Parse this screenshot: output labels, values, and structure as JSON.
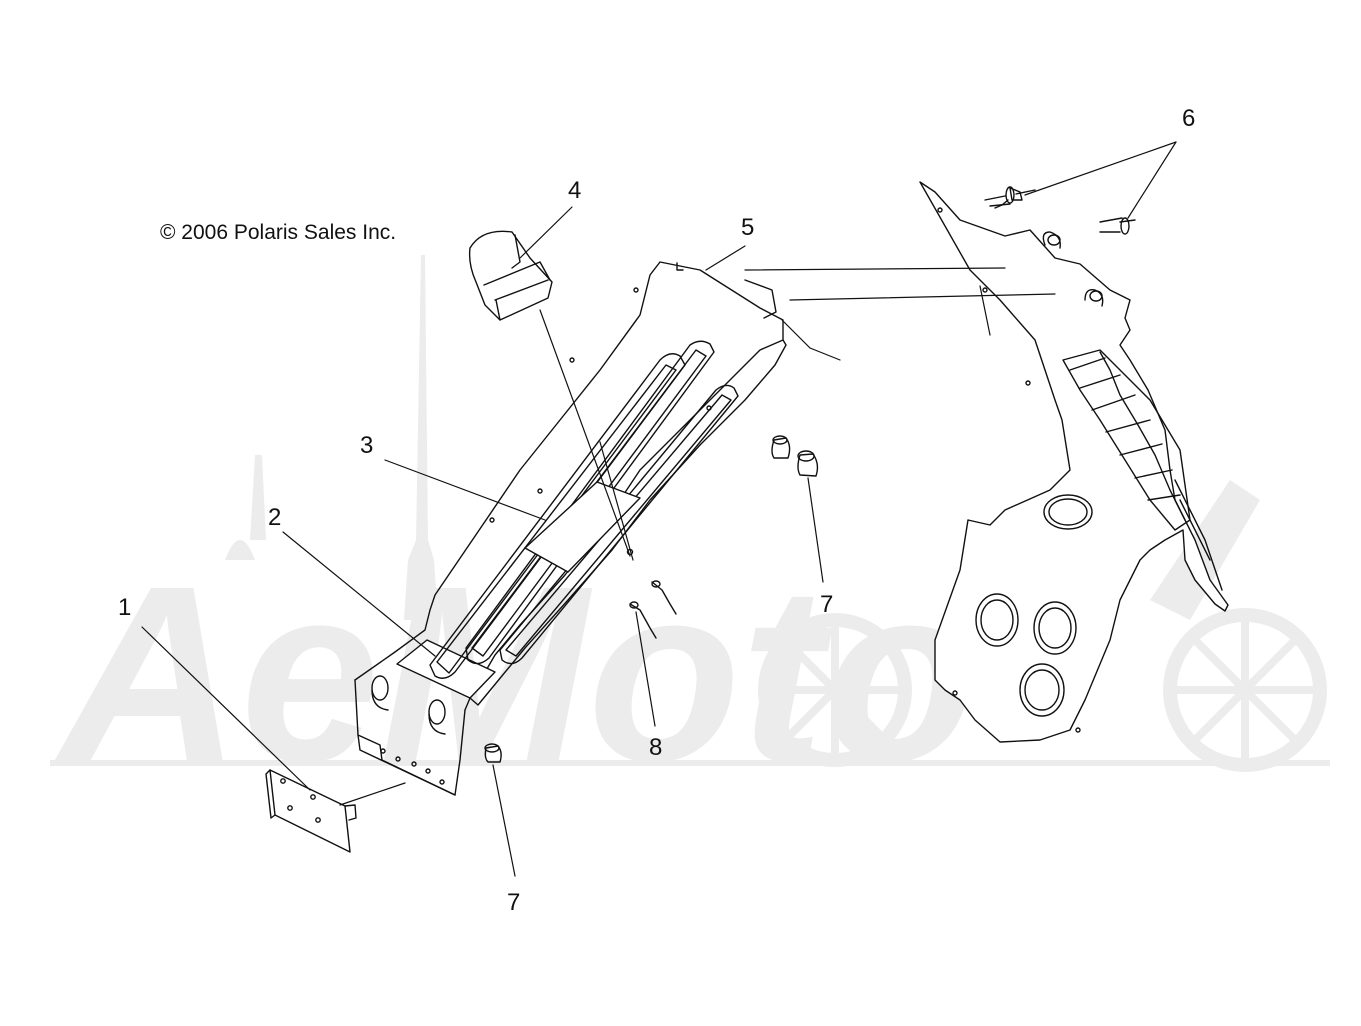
{
  "copyright": "© 2006 Polaris Sales Inc.",
  "watermark": "AeMoto",
  "colors": {
    "line": "#111111",
    "watermark": "#ececec",
    "background": "#ffffff"
  },
  "callouts": [
    {
      "id": "c1",
      "label": "1"
    },
    {
      "id": "c2",
      "label": "2"
    },
    {
      "id": "c3",
      "label": "3"
    },
    {
      "id": "c4",
      "label": "4"
    },
    {
      "id": "c5",
      "label": "5"
    },
    {
      "id": "c6",
      "label": "6"
    },
    {
      "id": "c7a",
      "label": "7"
    },
    {
      "id": "c7b",
      "label": "7"
    },
    {
      "id": "c8",
      "label": "8"
    }
  ]
}
